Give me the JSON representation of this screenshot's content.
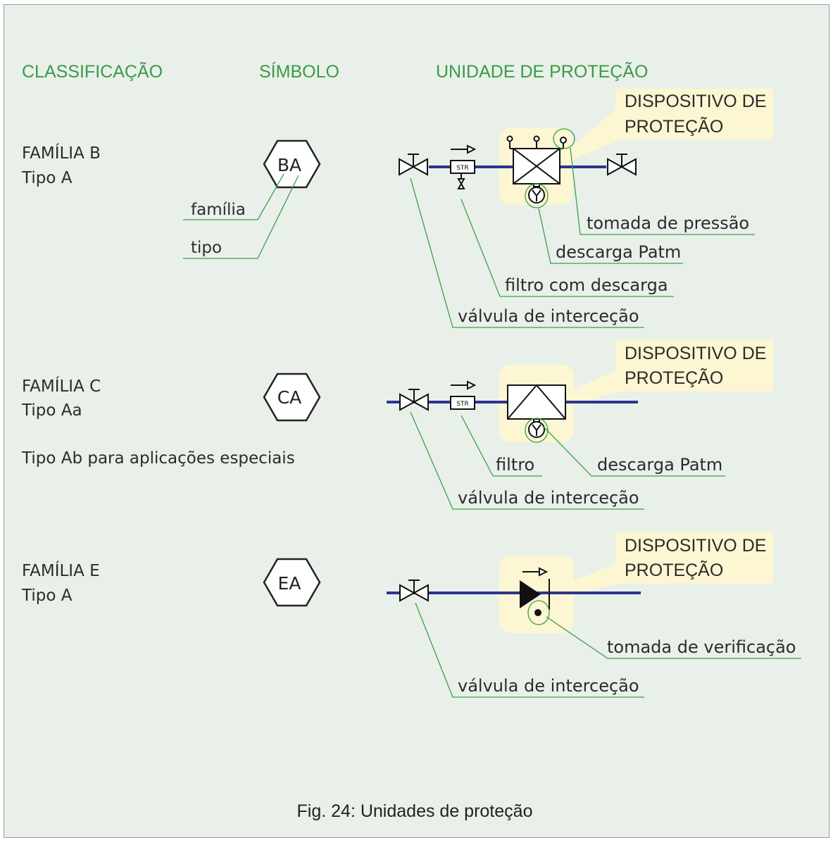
{
  "headers": {
    "classification": "CLASSIFICAÇÃO",
    "symbol": "SÍMBOLO",
    "unit": "UNIDADE DE PROTEÇÃO"
  },
  "rows": [
    {
      "family": "FAMÍLIA B",
      "type": "Tipo A",
      "symbol": "BA",
      "symbol_labels": {
        "family": "família",
        "type": "tipo"
      },
      "device_label_1": "DISPOSITIVO DE",
      "device_label_2": "PROTEÇÃO",
      "callouts": {
        "pressure_tap": "tomada de pressão",
        "discharge": "descarga Patm",
        "filter": "filtro com descarga",
        "valve": "válvula de interceção"
      },
      "filter_tag": "STR"
    },
    {
      "family": "FAMÍLIA C",
      "type": "Tipo Aa",
      "note": "Tipo Ab para aplicações especiais",
      "symbol": "CA",
      "device_label_1": "DISPOSITIVO DE",
      "device_label_2": "PROTEÇÃO",
      "callouts": {
        "filter": "filtro",
        "discharge": "descarga Patm",
        "valve": "válvula de interceção"
      },
      "filter_tag": "STR"
    },
    {
      "family": "FAMÍLIA E",
      "type": "Tipo A",
      "symbol": "EA",
      "device_label_1": "DISPOSITIVO DE",
      "device_label_2": "PROTEÇÃO",
      "callouts": {
        "check_tap": "tomada de verificação",
        "valve": "válvula de interceção"
      }
    }
  ],
  "caption": "Fig. 24: Unidades de proteção",
  "colors": {
    "header_green": "#3a9a48",
    "pipe_blue": "#2e3490",
    "highlight_yellow": "#fcf6d2",
    "background": "#e9f0e9"
  }
}
